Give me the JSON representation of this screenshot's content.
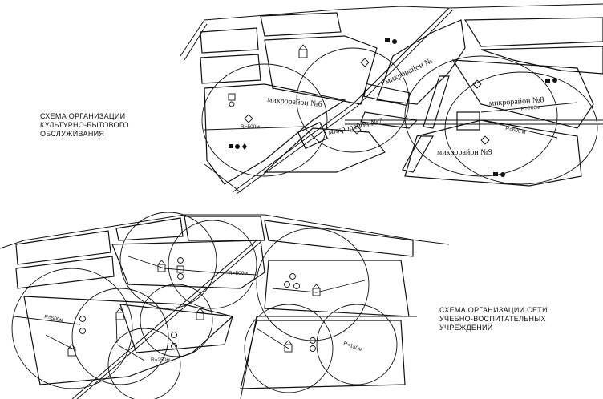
{
  "top_scheme": {
    "caption": "СХЕМА ОРГАНИЗАЦИИ\nКУЛЬТУРНО-БЫТОВОГО\nОБСЛУЖИВАНИЯ",
    "districts": [
      "микрорайон №6",
      "микрорайон №7",
      "микрорайон №8",
      "микрорайон №9",
      "микрорайон №"
    ],
    "radii": [
      "R=500м",
      "R=700м",
      "R=600 м"
    ]
  },
  "bottom_scheme": {
    "caption": "СХЕМА ОРГАНИЗАЦИИ СЕТИ\nУЧЕБНО-ВОСПИТАТЕЛЬНЫХ\nУЧРЕЖДЕНИЙ",
    "radii": [
      "R=500м",
      "R=500м",
      "R=250м",
      "R=150м"
    ]
  }
}
